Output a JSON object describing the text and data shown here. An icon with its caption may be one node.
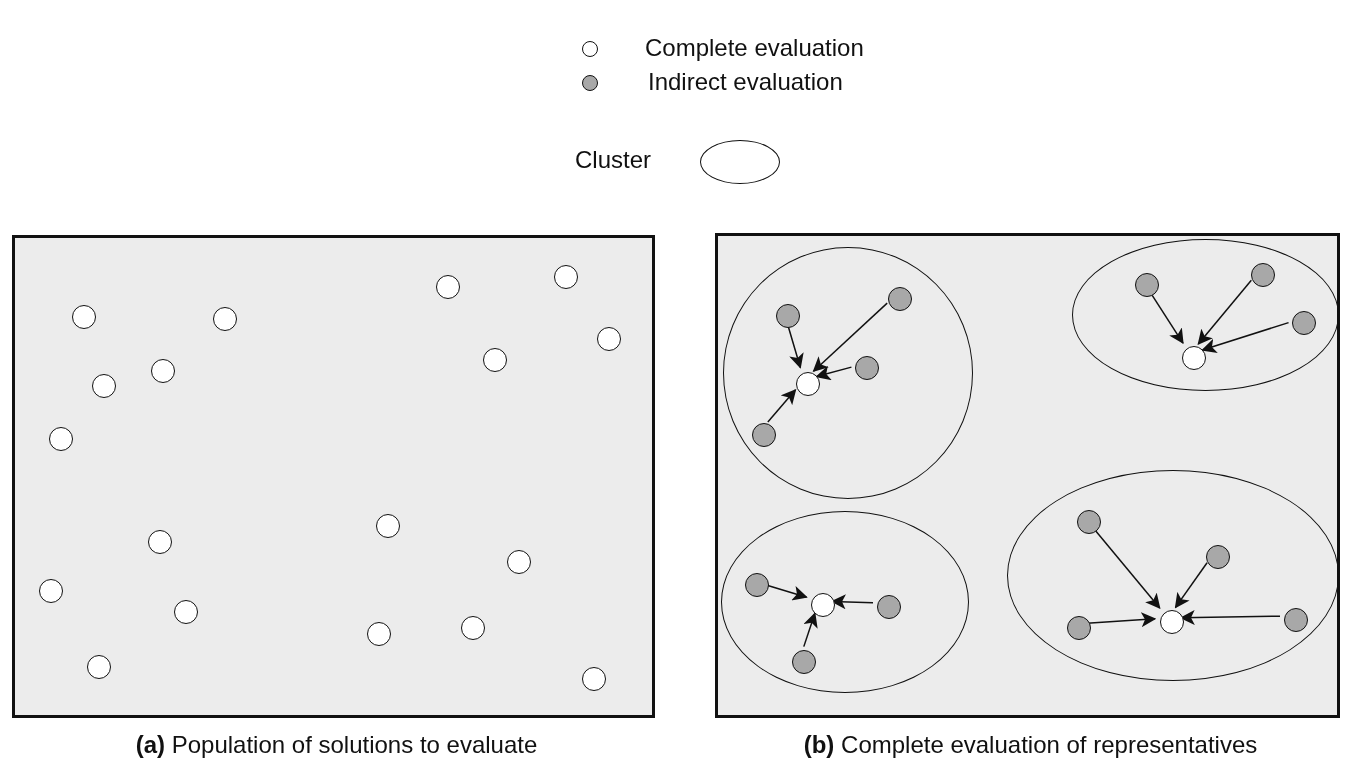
{
  "diagram": {
    "nodes": [
      {
        "text": [
          "**(a)** Population of solutions to evaluate"
        ]
      },
      {
        "text": [],
        "shape": "circle",
        "in": 0
      },
      {
        "text": [],
        "shape": "circle",
        "in": 0
      },
      {
        "text": [],
        "shape": "circle",
        "in": 0
      },
      {
        "text": [],
        "shape": "circle",
        "in": 0
      },
      {
        "text": [],
        "shape": "circle",
        "in": 0
      },
      {
        "text": [],
        "shape": "circle",
        "in": 0
      },
      {
        "text": [],
        "shape": "circle",
        "in": 0
      },
      {
        "text": [],
        "shape": "circle",
        "in": 0
      },
      {
        "text": [],
        "shape": "circle",
        "in": 0
      },
      {
        "text": [],
        "shape": "circle",
        "in": 0
      },
      {
        "text": [],
        "shape": "circle",
        "in": 0
      },
      {
        "text": [],
        "shape": "circle",
        "in": 0
      },
      {
        "text": [],
        "shape": "circle",
        "in": 0
      },
      {
        "text": [],
        "shape": "circle",
        "in": 0
      },
      {
        "text": [],
        "shape": "circle",
        "in": 0
      },
      {
        "text": [],
        "shape": "circle",
        "in": 0
      },
      {
        "text": [],
        "shape": "circle",
        "in": 0
      },
      {
        "text": [],
        "shape": "circle",
        "in": 0
      },
      {
        "text": [
          "**(b)** Complete evaluation of representatives"
        ]
      },
      {
        "text": [],
        "shape": "ellipse",
        "in": 19
      },
      {
        "text": [],
        "shape": "circle",
        "in": 20
      },
      {
        "text": [],
        "shape": "circle",
        "in": 20
      },
      {
        "text": [],
        "shape": "circle",
        "in": 20
      },
      {
        "text": [],
        "shape": "circle",
        "in": 20
      },
      {
        "text": [],
        "shape": "circle",
        "in": 20
      },
      {
        "text": [],
        "shape": "ellipse",
        "in": 19
      },
      {
        "text": [],
        "shape": "circle",
        "in": 26
      },
      {
        "text": [],
        "shape": "circle",
        "in": 26
      },
      {
        "text": [],
        "shape": "circle",
        "in": 26
      },
      {
        "text": [],
        "shape": "circle",
        "in": 26
      },
      {
        "text": [],
        "shape": "ellipse",
        "in": 19
      },
      {
        "text": [],
        "shape": "circle",
        "in": 31
      },
      {
        "text": [],
        "shape": "circle",
        "in": 31
      },
      {
        "text": [],
        "shape": "circle",
        "in": 31
      },
      {
        "text": [],
        "shape": "circle",
        "in": 31
      },
      {
        "text": [],
        "shape": "ellipse",
        "in": 19
      },
      {
        "text": [],
        "shape": "circle",
        "in": 36
      },
      {
        "text": [],
        "shape": "circle",
        "in": 36
      },
      {
        "text": [],
        "shape": "circle",
        "in": 36
      },
      {
        "text": [],
        "shape": "circle",
        "in": 36
      },
      {
        "text": [],
        "shape": "circle",
        "in": 36
      }
    ],
    "edges": [
      {
        "from": 21,
        "to": 24,
        "arrow": "to"
      },
      {
        "from": 22,
        "to": 24,
        "arrow": "to"
      },
      {
        "from": 23,
        "to": 24,
        "arrow": "to"
      },
      {
        "from": 25,
        "to": 24,
        "arrow": "to"
      },
      {
        "from": 27,
        "to": 30,
        "arrow": "to"
      },
      {
        "from": 28,
        "to": 30,
        "arrow": "to"
      },
      {
        "from": 29,
        "to": 30,
        "arrow": "to"
      },
      {
        "from": 32,
        "to": 33,
        "arrow": "to"
      },
      {
        "from": 34,
        "to": 33,
        "arrow": "to"
      },
      {
        "from": 35,
        "to": 33,
        "arrow": "to"
      },
      {
        "from": 37,
        "to": 40,
        "arrow": "to"
      },
      {
        "from": 38,
        "to": 40,
        "arrow": "to"
      },
      {
        "from": 39,
        "to": 40,
        "arrow": "to"
      },
      {
        "from": 41,
        "to": 40,
        "arrow": "to"
      }
    ],
    "legend": [
      {
        "text": "Complete evaluation",
        "color": "#ffffff"
      },
      {
        "text": "Indirect evaluation",
        "color": "#a8a8a8"
      },
      {
        "text": "Cluster"
      }
    ]
  }
}
